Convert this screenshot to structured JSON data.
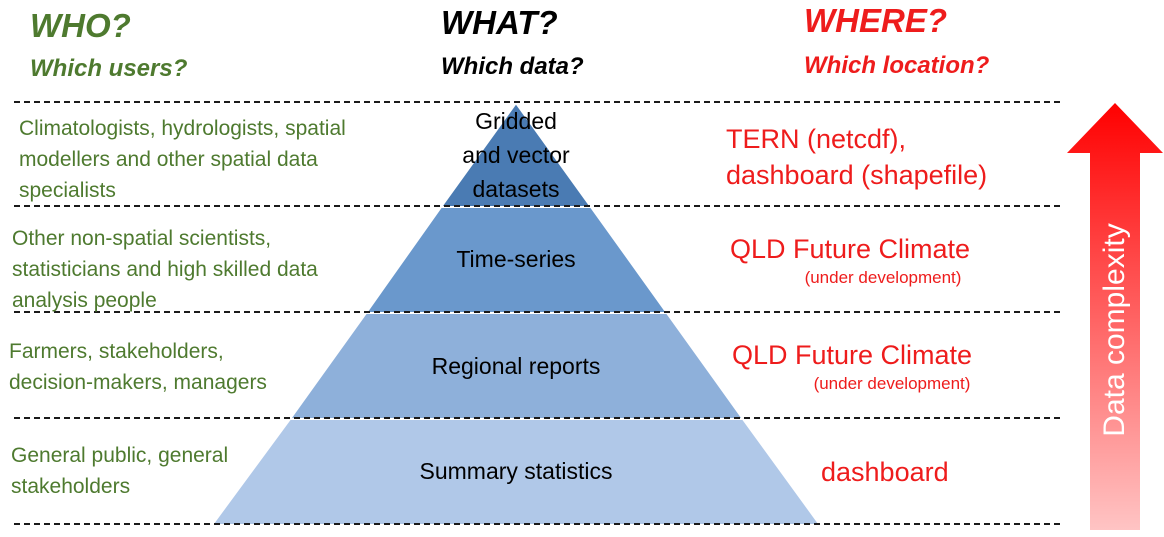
{
  "headers": {
    "who": {
      "title": "WHO?",
      "subtitle": "Which users?"
    },
    "what": {
      "title": "WHAT?",
      "subtitle": "Which data?"
    },
    "where": {
      "title": "WHERE?",
      "subtitle": "Which location?"
    }
  },
  "tiers": [
    {
      "users": [
        "Climatologists, hydrologists, spatial",
        "modellers and other spatial data",
        "specialists"
      ],
      "data": [
        "Gridded",
        "and vector",
        "datasets"
      ],
      "location": [
        "TERN (netcdf),",
        "dashboard (shapefile)"
      ],
      "location_note": "",
      "color": "#4a7bb3"
    },
    {
      "users": [
        "Other non-spatial scientists,",
        "statisticians and high skilled data",
        "analysis people"
      ],
      "data": [
        "Time-series"
      ],
      "location": [
        "QLD Future Climate"
      ],
      "location_note": "(under development)",
      "color": "#6a98cc"
    },
    {
      "users": [
        "Farmers, stakeholders,",
        "decision-makers, managers"
      ],
      "data": [
        "Regional reports"
      ],
      "location": [
        "QLD Future Climate"
      ],
      "location_note": "(under development)",
      "color": "#8eb0da"
    },
    {
      "users": [
        "General public, general",
        "stakeholders"
      ],
      "data": [
        "Summary statistics"
      ],
      "location": [
        "dashboard"
      ],
      "location_note": "",
      "color": "#b0c8e8"
    }
  ],
  "complexity_arrow": {
    "label": "Data complexity",
    "color_top": "#ff0000",
    "color_bottom": "#ffc4c4"
  },
  "colors": {
    "who": "#4e7a2f",
    "where": "#ee1c1c",
    "divider": "#1a1a1a"
  }
}
